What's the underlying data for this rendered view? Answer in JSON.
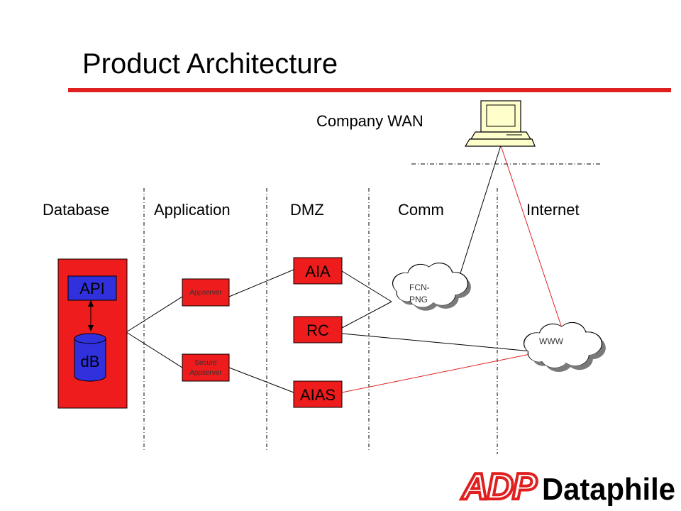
{
  "title": "Product Architecture",
  "wan_label": "Company WAN",
  "zones": [
    "Database",
    "Application",
    "DMZ",
    "Comm",
    "Internet"
  ],
  "db_block": {
    "api": "API",
    "db": "dB"
  },
  "appservers": {
    "appserver": "Appserver",
    "secure_line1": "Secure",
    "secure_line2": "Appserver"
  },
  "dmz_boxes": {
    "aia": "AIA",
    "rc": "RC",
    "aias": "AIAS"
  },
  "clouds": {
    "fcn_line1": "FCN-",
    "fcn_line2": "PNG",
    "www": "WWW"
  },
  "logo": {
    "brand": "ADP",
    "product": "Dataphile"
  },
  "colors": {
    "accent_red": "#e02020",
    "box_red": "#ee1c1c",
    "db_blue": "#3030dd"
  }
}
